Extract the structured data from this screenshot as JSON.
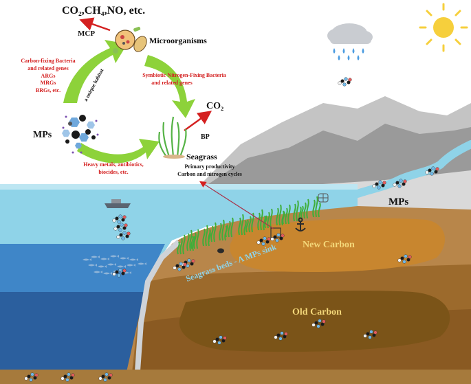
{
  "cycle": {
    "outputs_top": "CO₂,CH₄,NO, etc.",
    "mcp": "MCP",
    "microorganisms": "Microorganisms",
    "mps": "MPs",
    "seagrass": "Seagrass",
    "bp": "BP",
    "co2": "CO₂",
    "left_arrow_lines": [
      "Carbon-fixing Bacteria",
      "and related genes",
      "ARGs",
      "MRGs",
      "BRGs, etc."
    ],
    "unique_habitat": "a unique habitat",
    "right_arrow_lines": [
      "Symbiotic Nitrogen-Fixing Bacteria",
      "and related genes"
    ],
    "bottom_arrow_lines": [
      "Heavy metals, antibiotics,",
      "biocides, etc."
    ],
    "seagrass_lines": [
      "Primary productivity",
      "Carbon and nitrogen cycles"
    ]
  },
  "scene": {
    "mps_label": "MPs",
    "new_carbon": "New Carbon",
    "old_carbon": "Old Carbon",
    "seagrass_beds": "Seagrass beds - A MPs sink"
  },
  "colors": {
    "arrow_green": "#8dd23a",
    "red_text": "#d42020",
    "new_carbon": "#c8862f",
    "old_carbon": "#8a5a14",
    "carbon_text": "#f3d77a",
    "shallow_water": "#8fd3e8",
    "deep_water": "#2b5f9e",
    "mountain": "#9a9a9a"
  }
}
